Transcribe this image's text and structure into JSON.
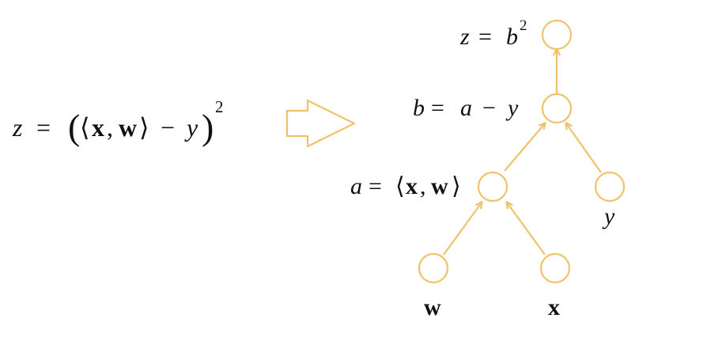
{
  "colors": {
    "accent": "#F0C26A",
    "text": "#111111"
  },
  "formula": {
    "lhs": "z",
    "eq": "=",
    "open_paren": "(",
    "open_angle": "⟨",
    "x": "x",
    "comma": ",",
    "w": "w",
    "close_angle": "⟩",
    "minus": "−",
    "y": "y",
    "close_paren": ")",
    "power": "2"
  },
  "arrow_icon": "right-arrow-icon",
  "nodes": {
    "z": {
      "var": "z",
      "eq": "=",
      "rhs": "b",
      "sup": "2"
    },
    "b": {
      "var": "b",
      "eq": "=",
      "a": "a",
      "minus": "−",
      "y": "y"
    },
    "a": {
      "var": "a",
      "eq": "=",
      "open_angle": "⟨",
      "x": "x",
      "comma": ",",
      "w": "w",
      "close_angle": "⟩"
    },
    "y": {
      "label": "y"
    },
    "w": {
      "label": "w"
    },
    "x": {
      "label": "x"
    }
  }
}
